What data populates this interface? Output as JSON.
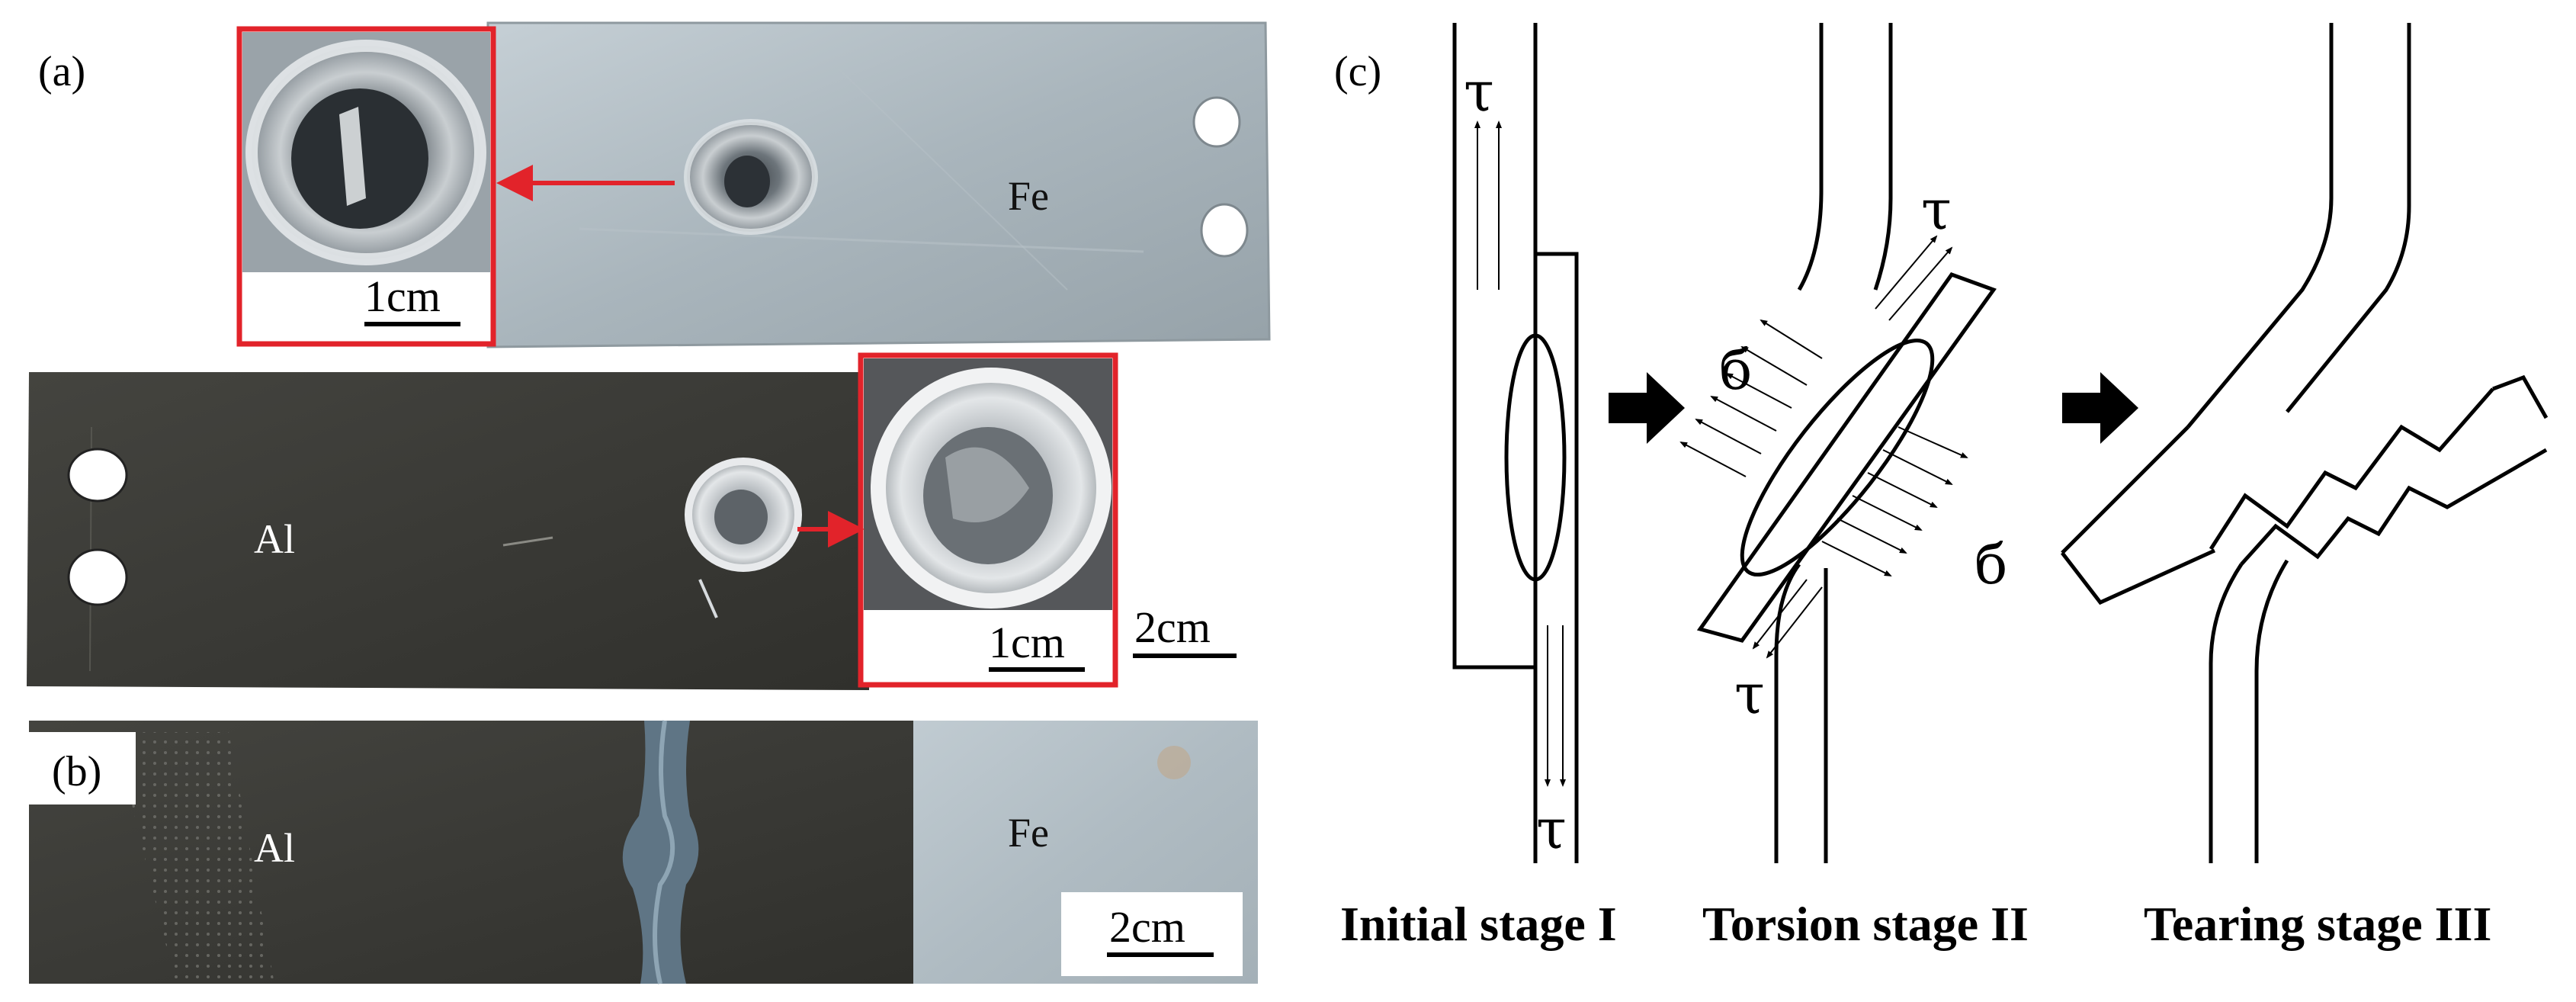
{
  "panels": {
    "a": {
      "label": "(a)"
    },
    "b": {
      "label": "(b)"
    },
    "c": {
      "label": "(c)"
    }
  },
  "materials": {
    "fe": "Fe",
    "al": "Al"
  },
  "scale_bars": {
    "small": "1cm",
    "large": "2cm"
  },
  "symbols": {
    "shear": "τ",
    "normal": "б"
  },
  "stages": {
    "initial": "Initial stage I",
    "torsion": "Torsion stage II",
    "tearing": "Tearing stage III"
  },
  "colors": {
    "fe_plate": "#aeb9c0",
    "al_plate": "#3c3c38",
    "callout": "#e2232a",
    "outline": "#000000"
  }
}
